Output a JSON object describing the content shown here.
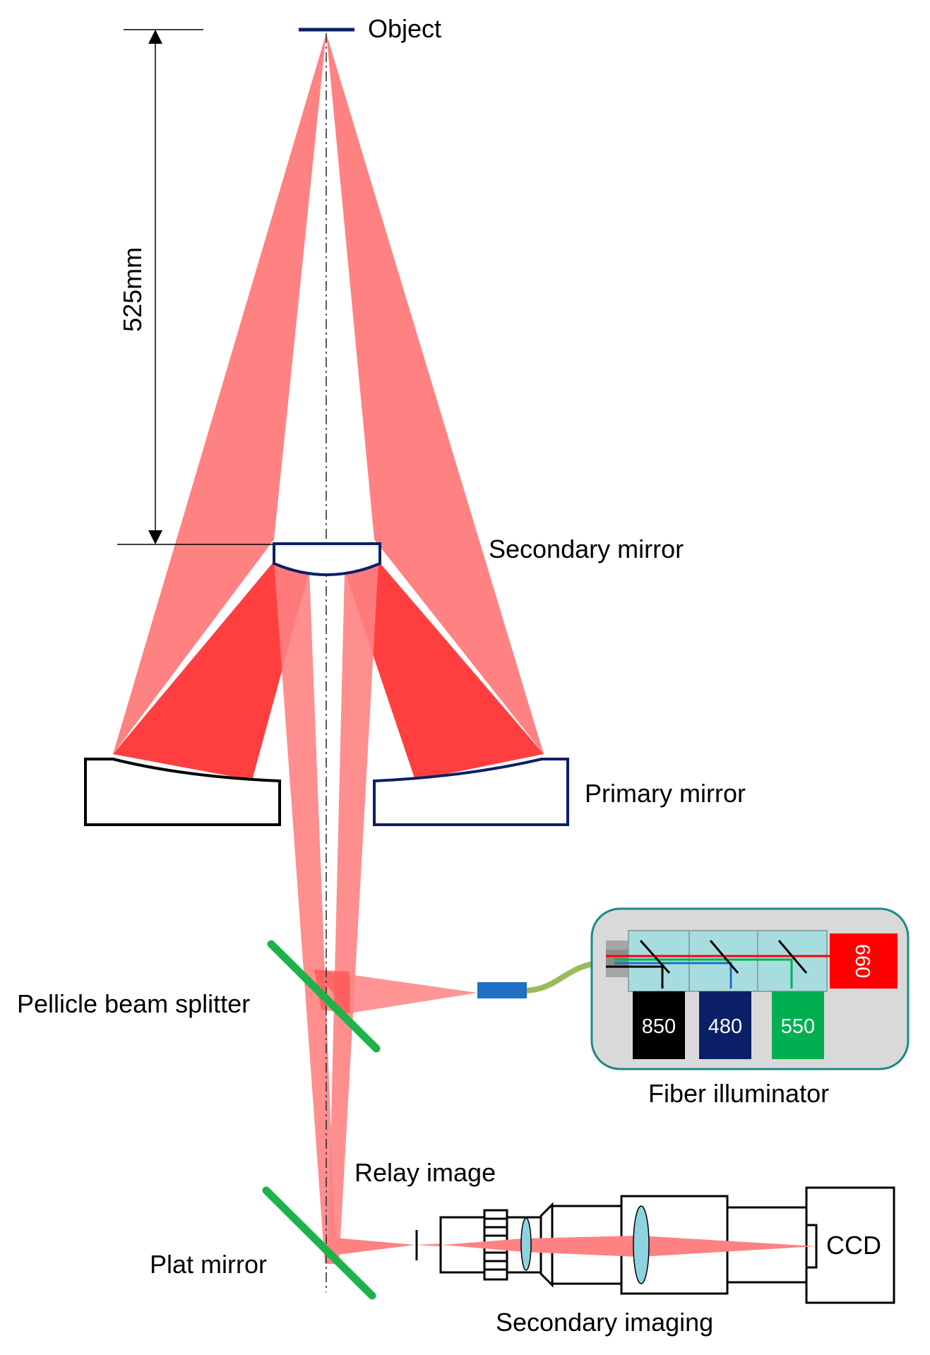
{
  "labels": {
    "object": "Object",
    "distance": "525mm",
    "secondary_mirror": "Secondary mirror",
    "primary_mirror": "Primary mirror",
    "pellicle_beam_splitter": "Pellicle beam splitter",
    "fiber_illuminator": "Fiber illuminator",
    "relay_image": "Relay image",
    "plat_mirror": "Plat mirror",
    "secondary_imaging": "Secondary imaging",
    "ccd": "CCD"
  },
  "sources": [
    {
      "key": "s850",
      "label": "850",
      "color": "#000000"
    },
    {
      "key": "s480",
      "label": "480",
      "color": "#0a1f66"
    },
    {
      "key": "s550",
      "label": "550",
      "color": "#00b050"
    },
    {
      "key": "s660",
      "label": "660",
      "color": "#ff0000"
    }
  ],
  "colors": {
    "beam_light": "#ff8282",
    "beam_dark": "#ff3f3f",
    "mirror_navy": "#0a1f66",
    "splitter_green": "#1db34a",
    "illuminator_bg": "#d9d9d9",
    "illuminator_border": "#1a8a8a",
    "cube_fill": "#a8dde0",
    "fiber": "#9bbb59",
    "fiber_connector": "#1f6fc4",
    "lens_fill": "#8fd3e0"
  }
}
